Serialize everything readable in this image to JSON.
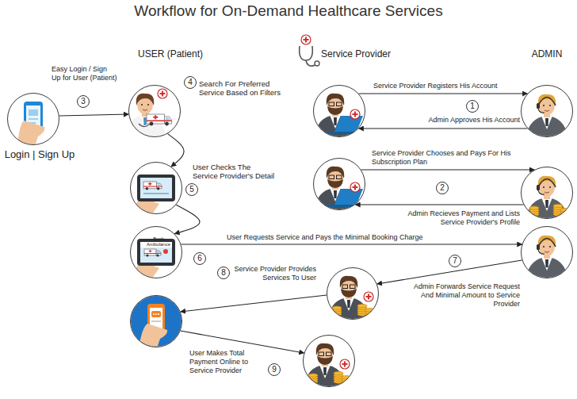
{
  "diagram": {
    "title": "Workflow for On-Demand Healthcare Services",
    "nodes": [
      {
        "text": [
          "Login | Sign Up"
        ]
      },
      {
        "text": [
          "Search For Preferred Service Based on Filters"
        ]
      },
      {
        "text": []
      },
      {
        "text": []
      },
      {
        "text": [
          "User Checks The Service Provider's Detail"
        ]
      },
      {
        "text": []
      },
      {
        "text": []
      },
      {
        "text": []
      },
      {
        "text": []
      },
      {
        "text": []
      },
      {
        "text": []
      },
      {
        "text": []
      }
    ],
    "edges": [
      {
        "from": 0,
        "to": 1,
        "arrow": "to",
        "label": "Easy Login / Sign Up for User (Patient)"
      },
      {
        "from": 1,
        "to": 4,
        "arrow": "to"
      },
      {
        "from": 4,
        "to": 7,
        "arrow": "to"
      },
      {
        "from": 2,
        "to": 3,
        "arrow": "to",
        "label": "Service Provider Registers His Account"
      },
      {
        "from": 3,
        "to": 2,
        "arrow": "to",
        "label": "Admin Approves His Account"
      },
      {
        "from": 5,
        "to": 6,
        "arrow": "to",
        "label": "Service Provider Chooses and Pays For His Subscription Plan"
      },
      {
        "from": 6,
        "to": 5,
        "arrow": "to",
        "label": "Admin Recieves Payment and Lists Service Provider's Profile"
      },
      {
        "from": 7,
        "to": 8,
        "arrow": "to",
        "label": "User Requests Service and Pays the Minimal Booking Charge"
      },
      {
        "from": 8,
        "to": 9,
        "arrow": "to",
        "label": "Admin Forwards Service Request And Minimal Amount to Service Provider"
      },
      {
        "from": 9,
        "to": 10,
        "arrow": "to",
        "label": "Service Provider Provides Services To User"
      },
      {
        "from": 10,
        "to": 11,
        "arrow": "to",
        "label": "User Makes Total Payment Online to Service Provider"
      }
    ],
    "labels": [
      "USER (Patient)",
      "Service Provider",
      "ADMIN",
      "3",
      "4",
      "5",
      "6",
      "1",
      "2",
      "7",
      "8",
      "9",
      "Book Ambulance"
    ]
  }
}
